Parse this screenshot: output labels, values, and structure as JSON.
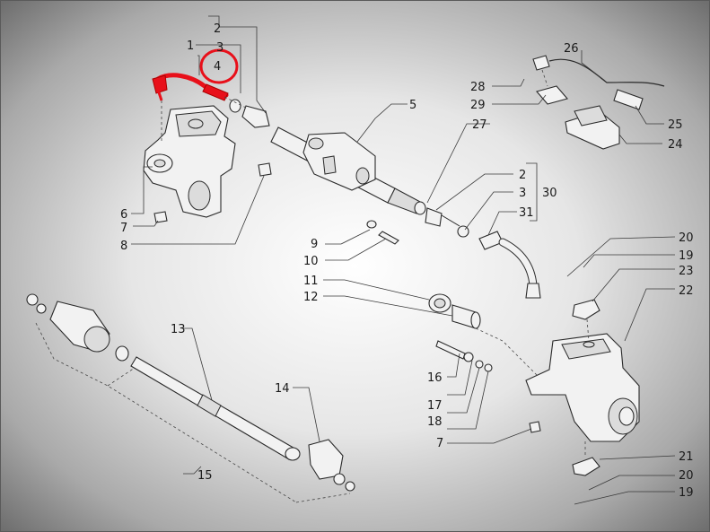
{
  "colors": {
    "highlight": "#e8101a",
    "ink": "#1a1a1a"
  },
  "diagram": {
    "highlighted_callout": "4",
    "labels": {
      "l1": "1",
      "l2a": "2",
      "l3a": "3",
      "l4": "4",
      "l5": "5",
      "l6": "6",
      "l7a": "7",
      "l8": "8",
      "l9": "9",
      "l10": "10",
      "l11": "11",
      "l12": "12",
      "l13": "13",
      "l14": "14",
      "l15": "15",
      "l16": "16",
      "l17": "17",
      "l18": "18",
      "l7b": "7",
      "l19a": "19",
      "l20a": "20",
      "l21": "21",
      "l20b": "20",
      "l19b": "19",
      "l22": "22",
      "l23": "23",
      "l24": "24",
      "l25": "25",
      "l26": "26",
      "l27": "27",
      "l28": "28",
      "l29": "29",
      "l2b": "2",
      "l3b": "3",
      "l30": "30",
      "l31": "31"
    }
  }
}
